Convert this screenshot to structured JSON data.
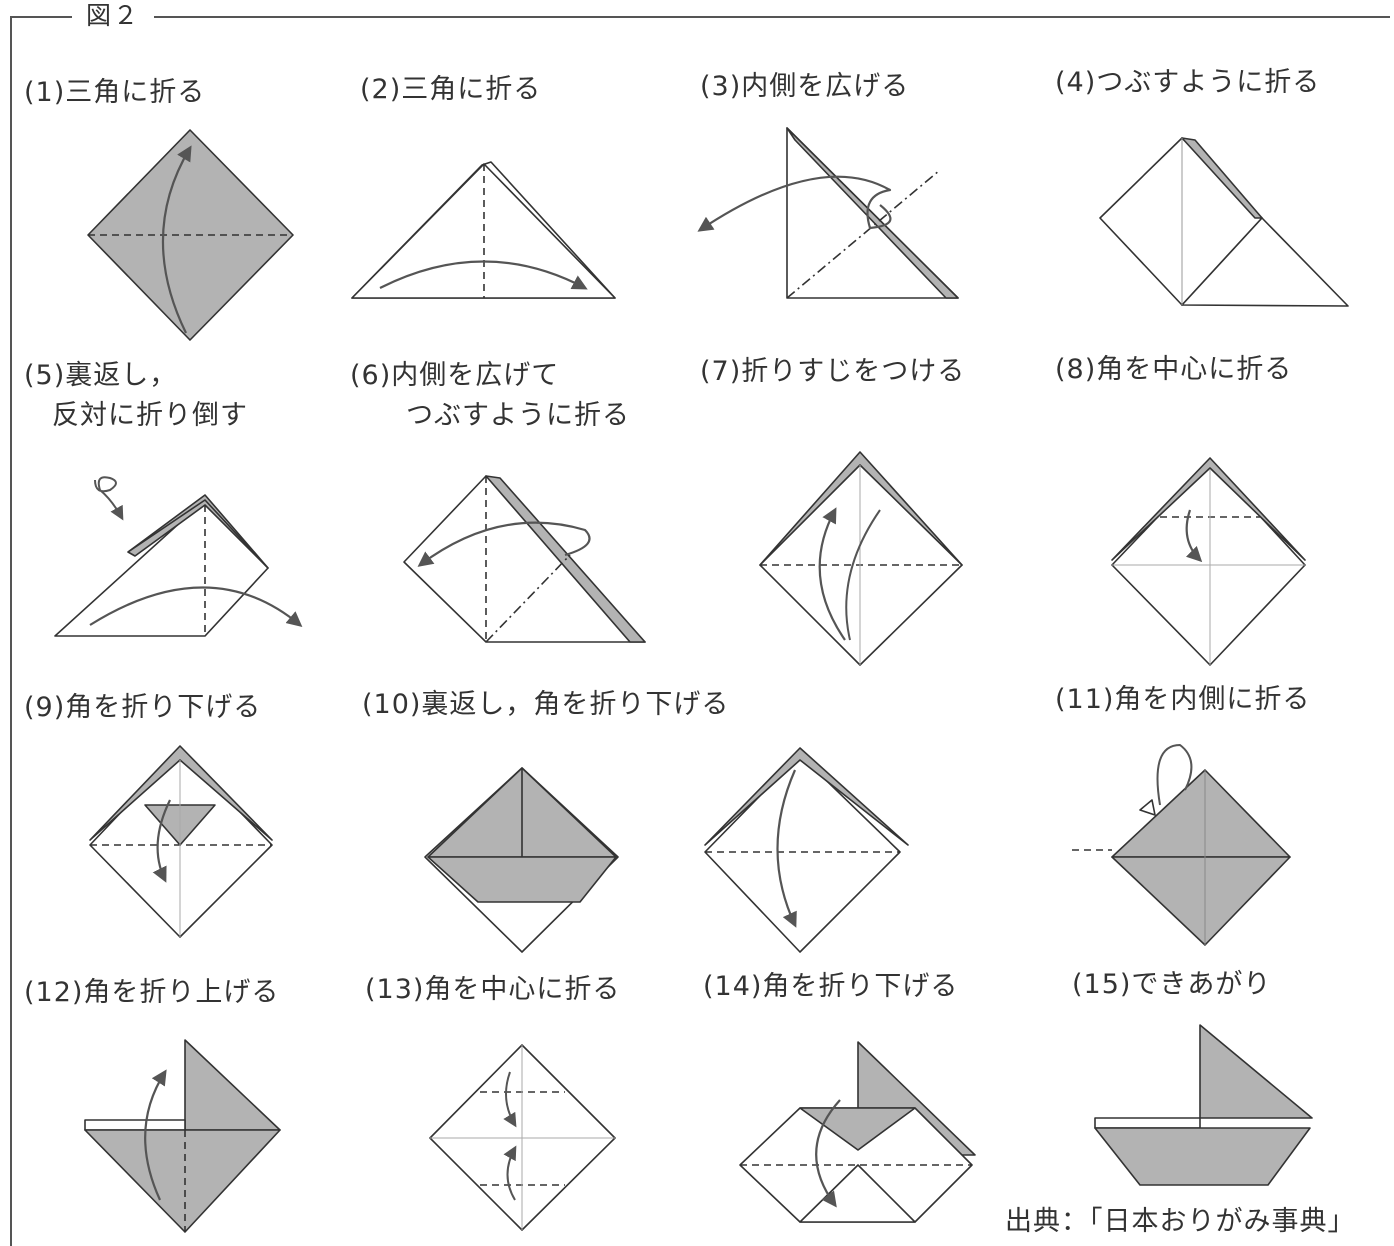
{
  "figure": {
    "title": "図２"
  },
  "steps": [
    {
      "label": "(1)三角に折る"
    },
    {
      "label": "(2)三角に折る"
    },
    {
      "label": "(3)内側を広げる"
    },
    {
      "label": "(4)つぶすように折る"
    },
    {
      "label": "(5)裏返し，\n　反対に折り倒す"
    },
    {
      "label": "(6)内側を広げて\n　　つぶすように折る"
    },
    {
      "label": "(7)折りすじをつける"
    },
    {
      "label": "(8)角を中心に折る"
    },
    {
      "label": "(9)角を折り下げる"
    },
    {
      "label": "(10)裏返し，角を折り下げる"
    },
    {
      "label": "(11)角を内側に折る"
    },
    {
      "label": "(12)角を折り上げる"
    },
    {
      "label": "(13)角を中心に折る"
    },
    {
      "label": "(14)角を折り下げる"
    },
    {
      "label": "(15)できあがり"
    }
  ],
  "source": "出典：「日本おりがみ事典」",
  "colors": {
    "paper_shade": "#b3b3b3",
    "line": "#333333",
    "arrow": "#555555"
  }
}
